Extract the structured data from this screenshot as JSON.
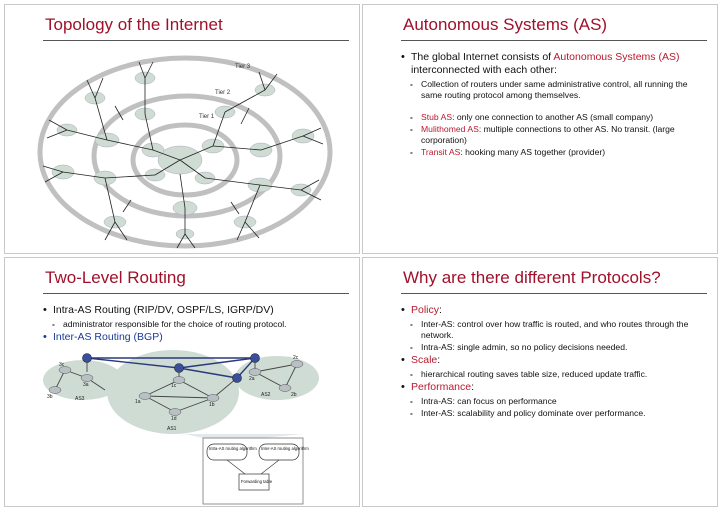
{
  "slides": [
    {
      "title": "Topology of the Internet",
      "figure": {
        "tier3": "Tier 3",
        "tier2": "Tier 2",
        "tier1": "Tier 1"
      }
    },
    {
      "title": "Autonomous Systems (AS)",
      "bullet1": {
        "pre": "The global Internet consists of ",
        "hl": "Autonomous Systems (AS)",
        "post": " interconnected with each other:"
      },
      "sub1": "Collection of routers under same administrative control, all running the same routing protocol among themselves.",
      "sub2": {
        "hl": "Stub AS",
        "rest": ": only one connection to another AS (small company)"
      },
      "sub3": {
        "hl": "Mulithomed AS",
        "rest": ": multiple connections to other AS. No transit. (large corporation)"
      },
      "sub4": {
        "hl": "Transit AS",
        "rest": ": hooking many AS together (provider)"
      }
    },
    {
      "title": "Two-Level Routing",
      "bullet1": "Intra-AS Routing (RIP/DV, OSPF/LS, IGRP/DV)",
      "sub1": "administrator responsible for the choice of routing protocol.",
      "bullet2": "Inter-AS Routing (BGP)",
      "figure": {
        "labels": {
          "3c": "3c",
          "3a": "3a",
          "3b": "3b",
          "as3": "AS3",
          "1c": "1c",
          "1a": "1a",
          "1b": "1b",
          "1d": "1d",
          "as1": "AS1",
          "2c": "2c",
          "2a": "2a",
          "2b": "2b",
          "as2": "AS2"
        },
        "intra": "Intra-AS routing algorithm",
        "inter": "Inter-AS routing algorithm",
        "fwd": "Forwarding table"
      }
    },
    {
      "title": "Why are there different Protocols?",
      "policy": "Policy",
      "policy_sub1": "Inter-AS: control over how traffic is routed, and who routes through the network.",
      "policy_sub2": "Intra-AS: single admin, so no policy decisions needed.",
      "scale": "Scale",
      "scale_sub1": "hierarchical routing saves table size, reduced update traffic.",
      "performance": "Performance",
      "perf_sub1": "Intra-AS: can focus on performance",
      "perf_sub2": "Inter-AS: scalability and policy dominate over performance.",
      "colon": ":"
    }
  ],
  "colors": {
    "title": "#a0102a",
    "highlight": "#b8192f",
    "bgp": "#1a3a9a",
    "cloud": "#cfdcd4",
    "inter_node": "#3a4f9a"
  }
}
